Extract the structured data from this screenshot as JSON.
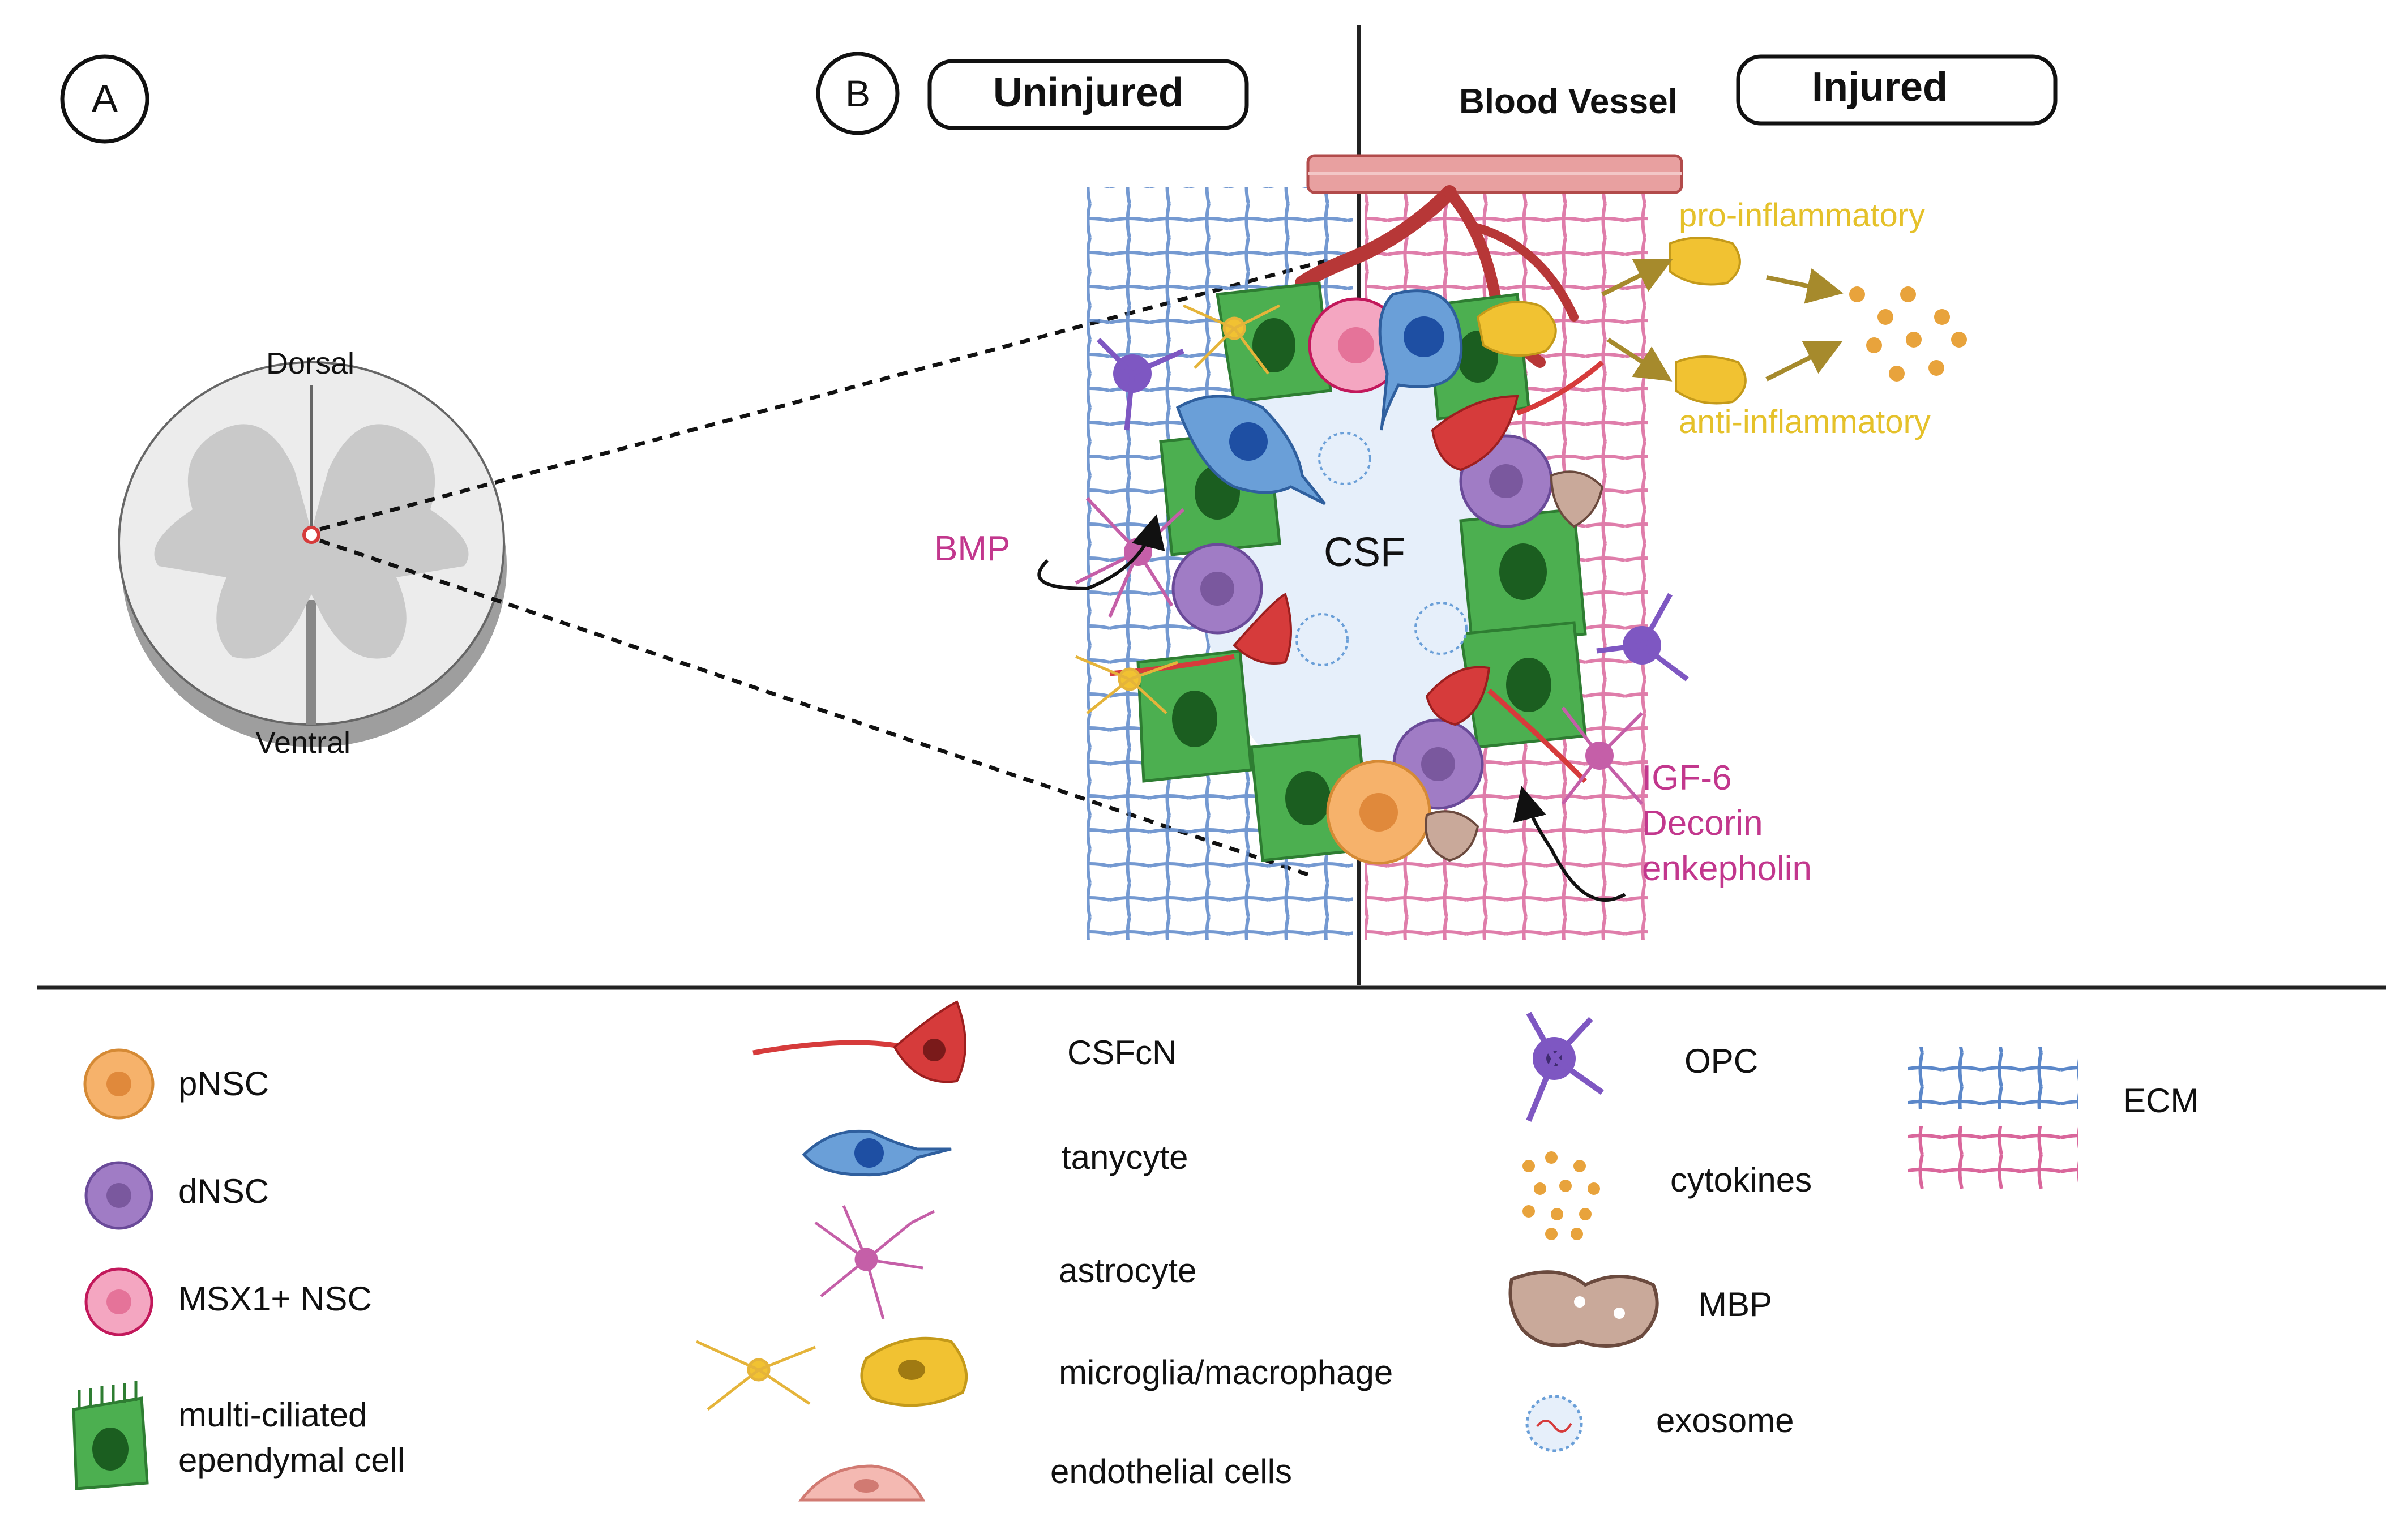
{
  "panels": {
    "a_label": "A",
    "b_label": "B",
    "uninjured": "Uninjured",
    "injured": "Injured",
    "blood_vessel": "Blood Vessel"
  },
  "cord": {
    "dorsal": "Dorsal",
    "ventral": "Ventral"
  },
  "diagram": {
    "csf": "CSF",
    "bmp": "BMP",
    "pro_inflammatory": "pro-inflammatory",
    "anti_inflammatory": "anti-inflammatory",
    "igf6": "IGF-6",
    "decorin": "Decorin",
    "enkepholin": "enkepholin"
  },
  "legend": {
    "pnsc": "pNSC",
    "dnsc": "dNSC",
    "msx1": "MSX1+ NSC",
    "ependymal_1": "multi-ciliated",
    "ependymal_2": "ependymal cell",
    "csfcn": "CSFcN",
    "tanycyte": "tanycyte",
    "astrocyte": "astrocyte",
    "microglia": "microglia/macrophage",
    "endothelial": "endothelial cells",
    "opc": "OPC",
    "cytokines": "cytokines",
    "mbp": "MBP",
    "exosome": "exosome",
    "ecm": "ECM"
  },
  "colors": {
    "pnsc": "#f6b26b",
    "dnsc": "#a07cc5",
    "msx1": "#f4a6c1",
    "ependymal": "#4caf50",
    "csfcn": "#d63b3b",
    "tanycyte": "#6a9fd8",
    "astrocyte": "#c55fa8",
    "microglia": "#f1c232",
    "opc": "#7e57c2",
    "mbp": "#c9a99a",
    "ecm_blue": "#5b87c9",
    "ecm_pink": "#d9669b",
    "magenta_text": "#c2378d",
    "yellow_text": "#e5c12a"
  }
}
